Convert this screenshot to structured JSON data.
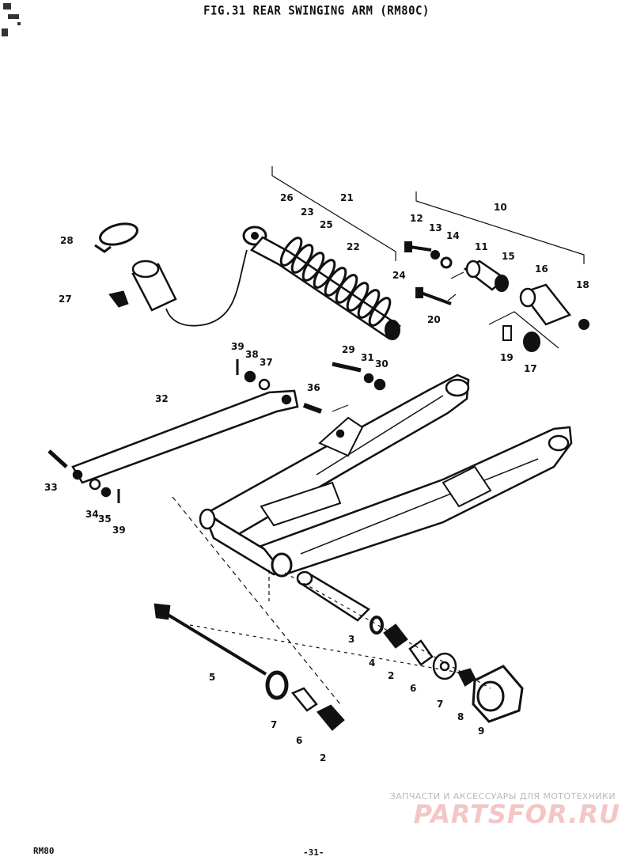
{
  "title": "FIG.31 REAR SWINGING ARM (RM80C)",
  "parts": [
    {
      "n": "21"
    },
    {
      "n": "26"
    },
    {
      "n": "23"
    },
    {
      "n": "25"
    },
    {
      "n": "22"
    },
    {
      "n": "24"
    },
    {
      "n": "10"
    },
    {
      "n": "12"
    },
    {
      "n": "13"
    },
    {
      "n": "14"
    },
    {
      "n": "11"
    },
    {
      "n": "15"
    },
    {
      "n": "16"
    },
    {
      "n": "18"
    },
    {
      "n": "20"
    },
    {
      "n": "19"
    },
    {
      "n": "17"
    },
    {
      "n": "28"
    },
    {
      "n": "27"
    },
    {
      "n": "39"
    },
    {
      "n": "38"
    },
    {
      "n": "37"
    },
    {
      "n": "29"
    },
    {
      "n": "31"
    },
    {
      "n": "30"
    },
    {
      "n": "36"
    },
    {
      "n": "32"
    },
    {
      "n": "33"
    },
    {
      "n": "34"
    },
    {
      "n": "35"
    },
    {
      "n": "39"
    },
    {
      "n": "3"
    },
    {
      "n": "4"
    },
    {
      "n": "2"
    },
    {
      "n": "6"
    },
    {
      "n": "7"
    },
    {
      "n": "8"
    },
    {
      "n": "9"
    },
    {
      "n": "5"
    },
    {
      "n": "7"
    },
    {
      "n": "6"
    },
    {
      "n": "2"
    }
  ],
  "watermark": {
    "caption": "ЗАПЧАСТИ И АКСЕССУАРЫ ДЛЯ МОТОТЕХНИКИ",
    "logo": "PARTSFOR.RU"
  },
  "footer": {
    "model": "RM80",
    "page": "-31-"
  },
  "colors": {
    "ink": "#111111",
    "watermark_text": "#b9b9b9",
    "watermark_logo": "#f4c6c6"
  }
}
